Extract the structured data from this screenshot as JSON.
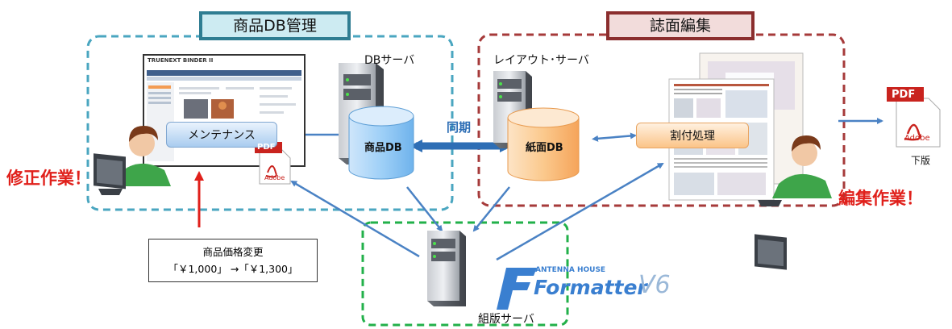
{
  "sections": {
    "product_db": {
      "title": "商品DB管理",
      "border_color": "#4aa6c0",
      "tab_fill": "#cdebf2"
    },
    "page_edit": {
      "title": "誌面編集",
      "border_color": "#a63a3a",
      "tab_fill": "#f2dcdb"
    },
    "typesetting_border_color": "#22b04a"
  },
  "servers": {
    "db_server": "DBサーバ",
    "layout_server": "レイアウト･サーバ",
    "typeset_server": "組版サーバ"
  },
  "databases": {
    "product_db": "商品DB",
    "page_db": "紙面DB",
    "sync_label": "同期"
  },
  "processes": {
    "maintenance": "メンテナンス",
    "page_assign": "割付処理"
  },
  "actions": {
    "fix_work": "修正作業！",
    "edit_work": "編集作業！"
  },
  "price_change": {
    "title": "商品価格変更",
    "detail": "「￥1,000」 →「￥1,300」"
  },
  "output": {
    "pdf_badge": "PDF",
    "adobe_label": "Adobe",
    "release_label": "下版"
  },
  "brand": {
    "small": "ANTENNA HOUSE",
    "name": "Formatter",
    "version": "V6",
    "color": "#3a7fd0"
  },
  "screen": {
    "logo": "TRUENEXT BINDER II"
  },
  "colors": {
    "arrow": "#4a82c4",
    "red": "#e0201b",
    "sync": "#2e6eb5"
  }
}
